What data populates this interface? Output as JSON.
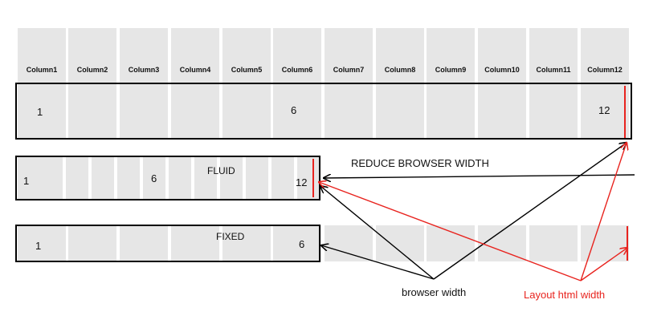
{
  "columns": [
    "Column1",
    "Column2",
    "Column3",
    "Column4",
    "Column5",
    "Column6",
    "Column7",
    "Column8",
    "Column9",
    "Column10",
    "Column11",
    "Column12"
  ],
  "top_row": {
    "first": "1",
    "middle": "6",
    "last": "12"
  },
  "fluid": {
    "label": "FLUID",
    "first": "1",
    "middle": "6",
    "last": "12"
  },
  "fixed": {
    "label": "FIXED",
    "first": "1",
    "last": "6"
  },
  "annotations": {
    "reduce": "REDUCE BROWSER WIDTH",
    "browser_width": "browser width",
    "layout_width": "Layout html width"
  },
  "colors": {
    "cell": "#e6e6e6",
    "accent_red": "#e8231e",
    "line": "#000000"
  }
}
